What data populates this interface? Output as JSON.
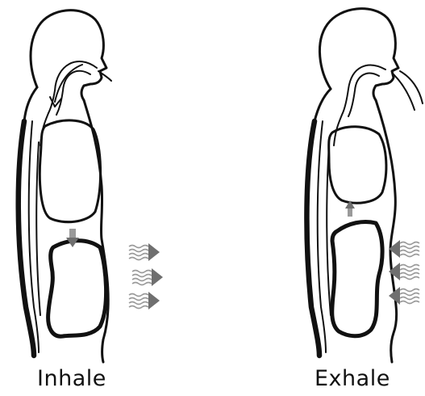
{
  "labels": {
    "inhale": "Inhale",
    "exhale": "Exhale"
  },
  "colors": {
    "ink": "#111111",
    "arrow_gray": "#9a9a9a",
    "background": "#ffffff"
  },
  "icons": {
    "air_flow": "curved-arrow",
    "diaphragm_motion": "small-vertical-arrow",
    "abdomen_motion": "wavy-horizontal-arrow"
  }
}
